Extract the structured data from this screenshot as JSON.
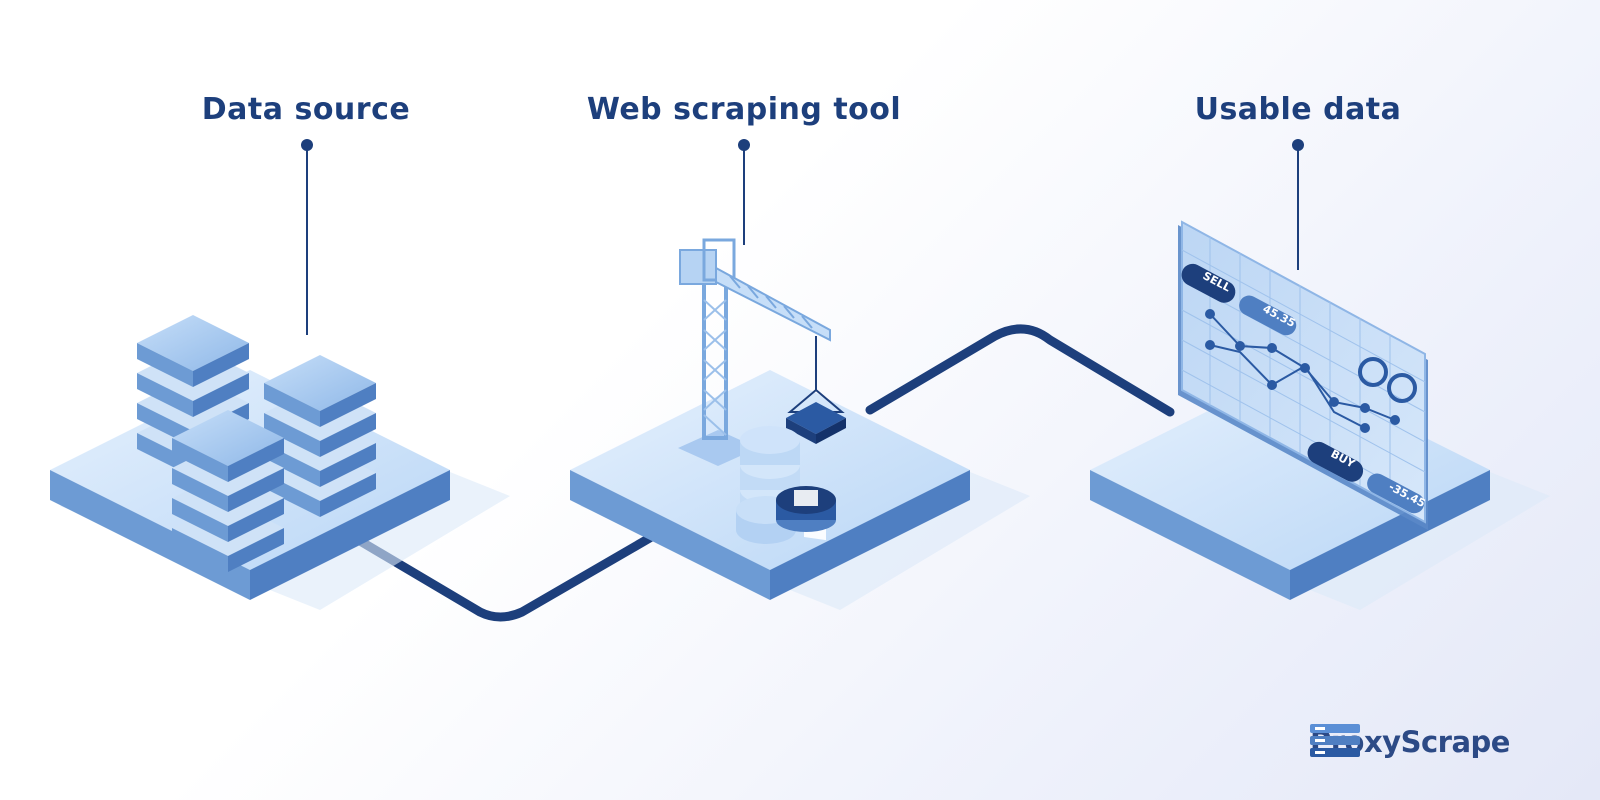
{
  "labels": {
    "source": "Data source",
    "tool": "Web scraping tool",
    "usable": "Usable data"
  },
  "dashboard": {
    "sell_label": "SELL",
    "sell_value": "45.35",
    "buy_label": "BUY",
    "buy_value": "-35.45"
  },
  "brand": {
    "name": "ProxyScrape"
  },
  "colors": {
    "primary": "#1d3f7c",
    "accent": "#6a9fd8",
    "light": "#cfe3fa"
  },
  "icons": [
    "server-rack-icon",
    "crane-icon",
    "document-icon",
    "database-stack-icon",
    "trading-chart-icon",
    "proxyscrape-logo-icon"
  ]
}
